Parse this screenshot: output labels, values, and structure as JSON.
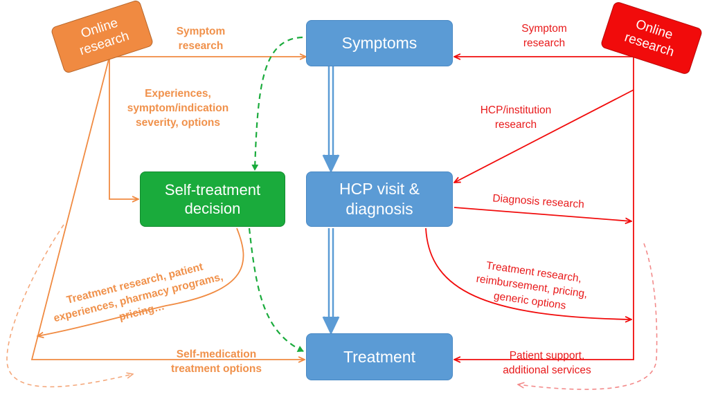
{
  "boxes": {
    "symptoms": "Symptoms",
    "hcp_visit": "HCP visit & diagnosis",
    "treatment": "Treatment",
    "self_treatment": "Self-treatment decision"
  },
  "tags": {
    "online_research_left": "Online research",
    "online_research_right": "Online research"
  },
  "labels_left": {
    "symptom_research": "Symptom research",
    "experiences": "Experiences, symptom/indication severity, options",
    "treatment_research": "Treatment research, patient experiences, pharmacy programs, pricing…",
    "self_medication": "Self-medication treatment options"
  },
  "labels_right": {
    "symptom_research": "Symptom research",
    "hcp_institution": "HCP/institution research",
    "diagnosis_research": "Diagnosis research",
    "treatment_research": "Treatment research, reimbursement, pricing, generic options",
    "patient_support": "Patient support, additional services"
  },
  "colors": {
    "blue": "#5b9bd5",
    "green": "#1aab3c",
    "orange": "#f08a41",
    "red": "#f10b0b",
    "dashed_green": "#1aab3c",
    "dashed_orange": "#f4a77a"
  }
}
